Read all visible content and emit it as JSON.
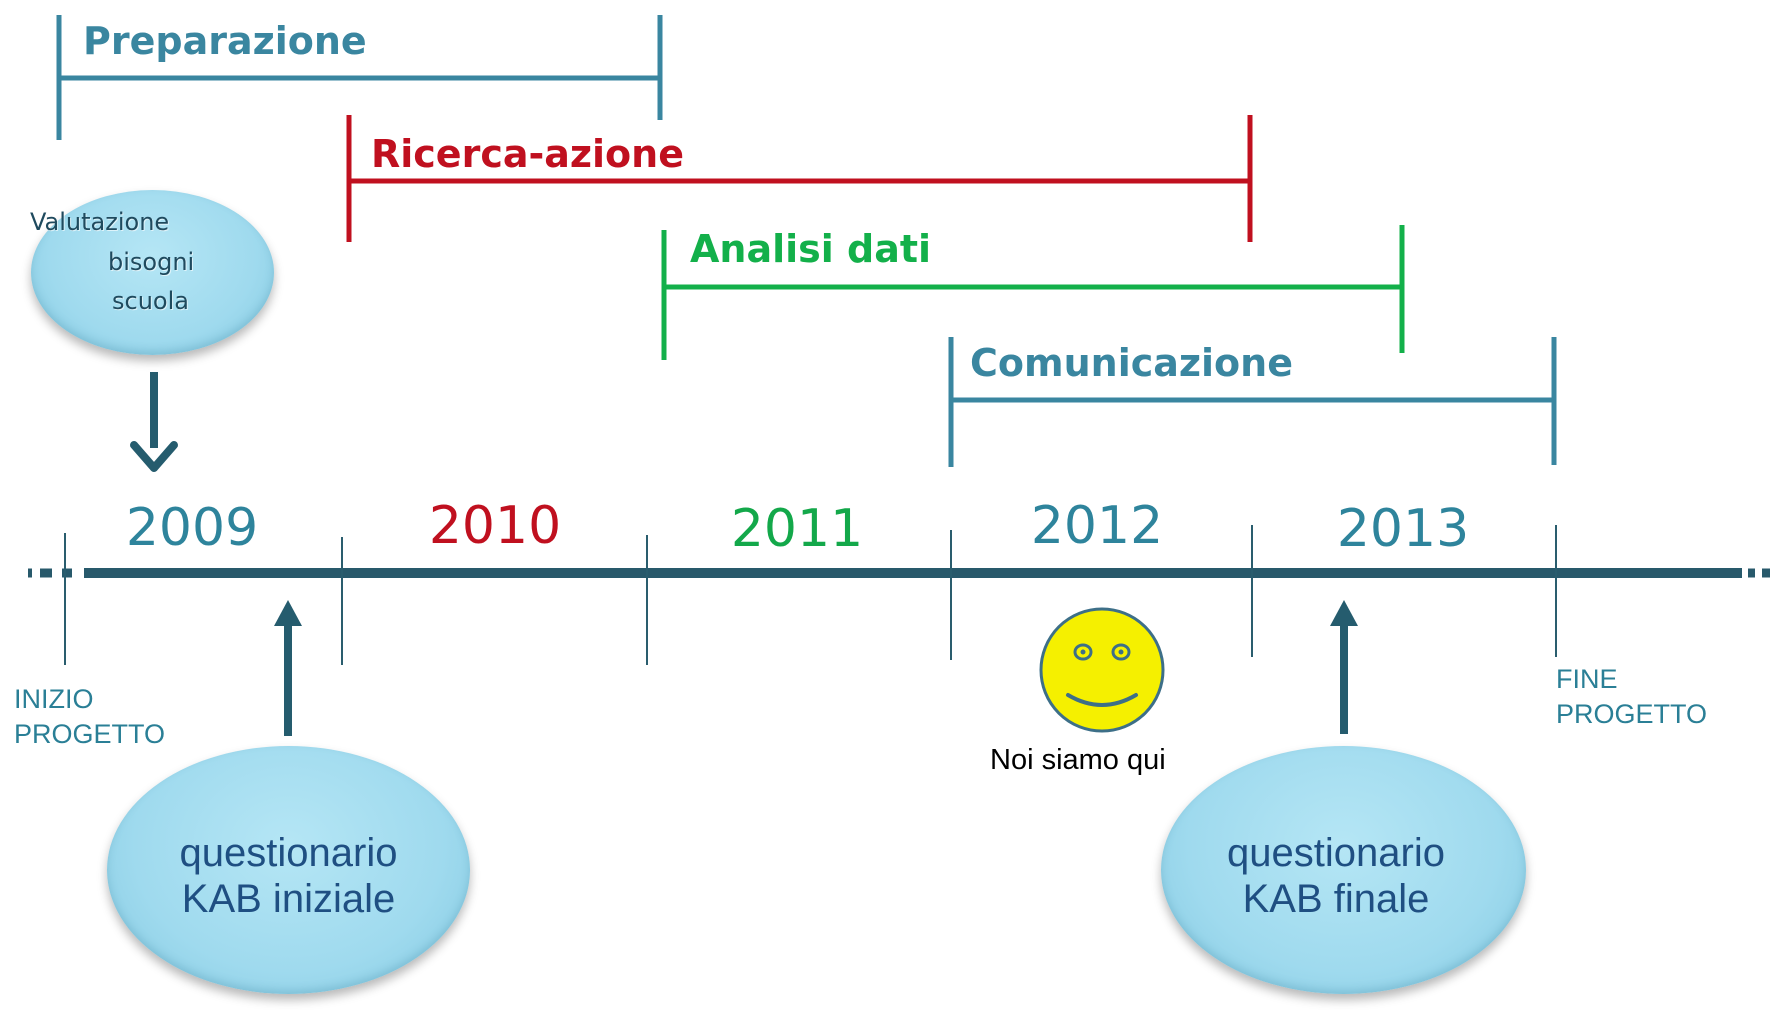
{
  "phases": {
    "preparazione": {
      "label": "Preparazione",
      "color": "#3a86a0"
    },
    "ricerca": {
      "label": "Ricerca-azione",
      "color": "#c0101f"
    },
    "analisi": {
      "label": "Analisi dati",
      "color": "#13b04a"
    },
    "comunicazione": {
      "label": "Comunicazione",
      "color": "#3a86a0"
    }
  },
  "years": [
    {
      "label": "2009",
      "color": "#2e849c"
    },
    {
      "label": "2010",
      "color": "#c0101f"
    },
    {
      "label": "2011",
      "color": "#13a84a"
    },
    {
      "label": "2012",
      "color": "#2e849c"
    },
    {
      "label": "2013",
      "color": "#2e849c"
    }
  ],
  "markers": {
    "start": [
      "INIZIO",
      "PROGETTO"
    ],
    "end": [
      "FINE",
      "PROGETTO"
    ],
    "current": "Noi siamo qui"
  },
  "bubbles": {
    "needs": [
      "Valutazione",
      "bisogni",
      "scuola"
    ],
    "initial": [
      "questionario",
      "KAB iniziale"
    ],
    "final": [
      "questionario",
      "KAB finale"
    ]
  },
  "colors": {
    "timeline": "#28596b",
    "arrow": "#255c6e",
    "smiley": "#f5f000"
  }
}
